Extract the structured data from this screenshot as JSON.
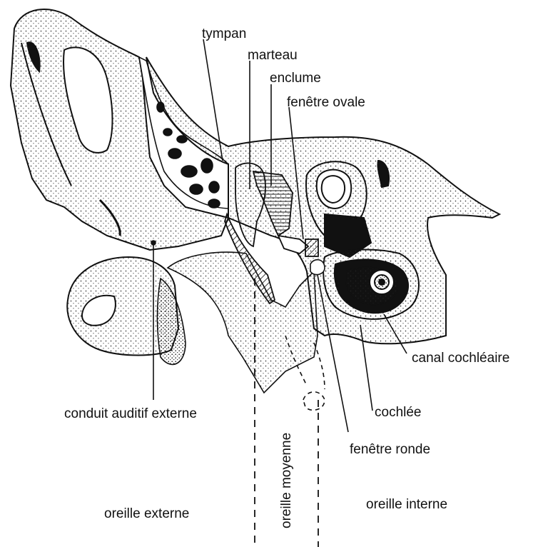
{
  "labels": {
    "tympan": "tympan",
    "marteau": "marteau",
    "enclume": "enclume",
    "fenetre_ovale": "fenêtre ovale",
    "canal_cochleaire": "canal cochléaire",
    "cochlee": "cochlée",
    "fenetre_ronde": "fenêtre ronde",
    "conduit_auditif_externe": "conduit auditif externe",
    "oreille_externe": "oreille externe",
    "oreille_moyenne": "oreille moyenne",
    "oreille_interne": "oreille interne"
  },
  "colors": {
    "ink": "#111111",
    "paper": "#ffffff"
  }
}
